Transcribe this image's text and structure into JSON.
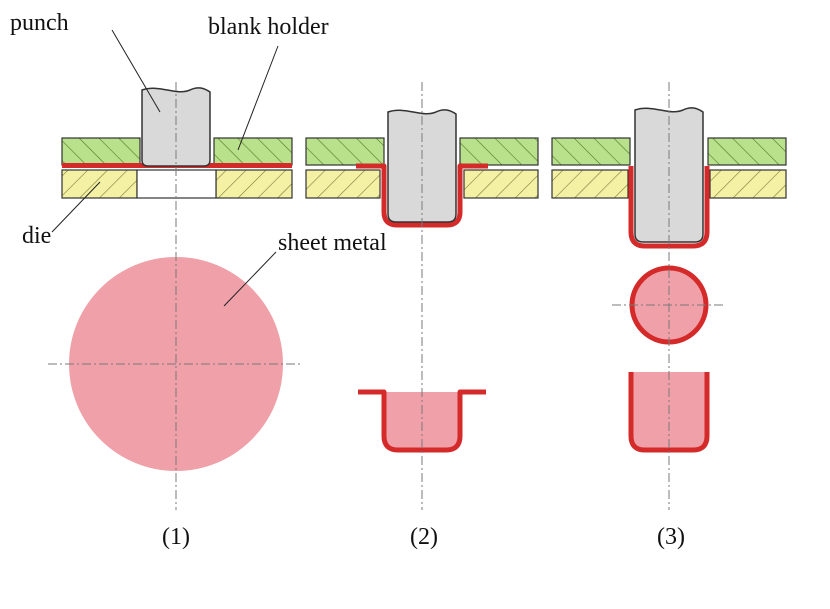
{
  "labels": {
    "punch": "punch",
    "blank_holder": "blank holder",
    "die": "die",
    "sheet_metal": "sheet metal"
  },
  "stages": [
    "(1)",
    "(2)",
    "(3)"
  ],
  "colors": {
    "blank_holder": "#b9e08a",
    "die": "#f4f1a4",
    "punch": "#d9d9d9",
    "sheet_metal_fill": "#f0a0a8",
    "sheet_metal_edge": "#d42a2a"
  }
}
